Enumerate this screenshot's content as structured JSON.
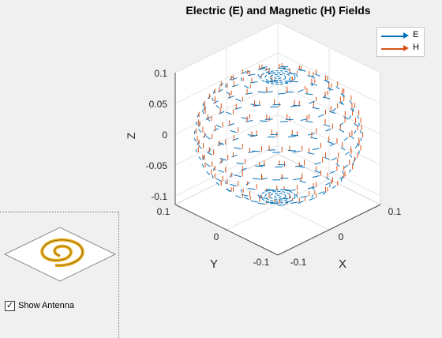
{
  "figure": {
    "title": "Electric (E) and Magnetic (H) Fields",
    "axes": {
      "x_label": "X",
      "y_label": "Y",
      "z_label": "Z",
      "x_ticks": [
        "0.1",
        "0",
        "-0.1"
      ],
      "y_ticks": [
        "0.1",
        "0",
        "-0.1"
      ],
      "z_ticks": [
        "0.1",
        "0.05",
        "0",
        "-0.05",
        "-0.1"
      ]
    },
    "legend": [
      {
        "label": "E",
        "color": "#0072BD"
      },
      {
        "label": "H",
        "color": "#D95319"
      }
    ]
  },
  "antenna_panel": {
    "checkbox_label": "Show Antenna",
    "checked": true,
    "check_glyph": "✓",
    "antenna_color": "#EDB120"
  }
}
